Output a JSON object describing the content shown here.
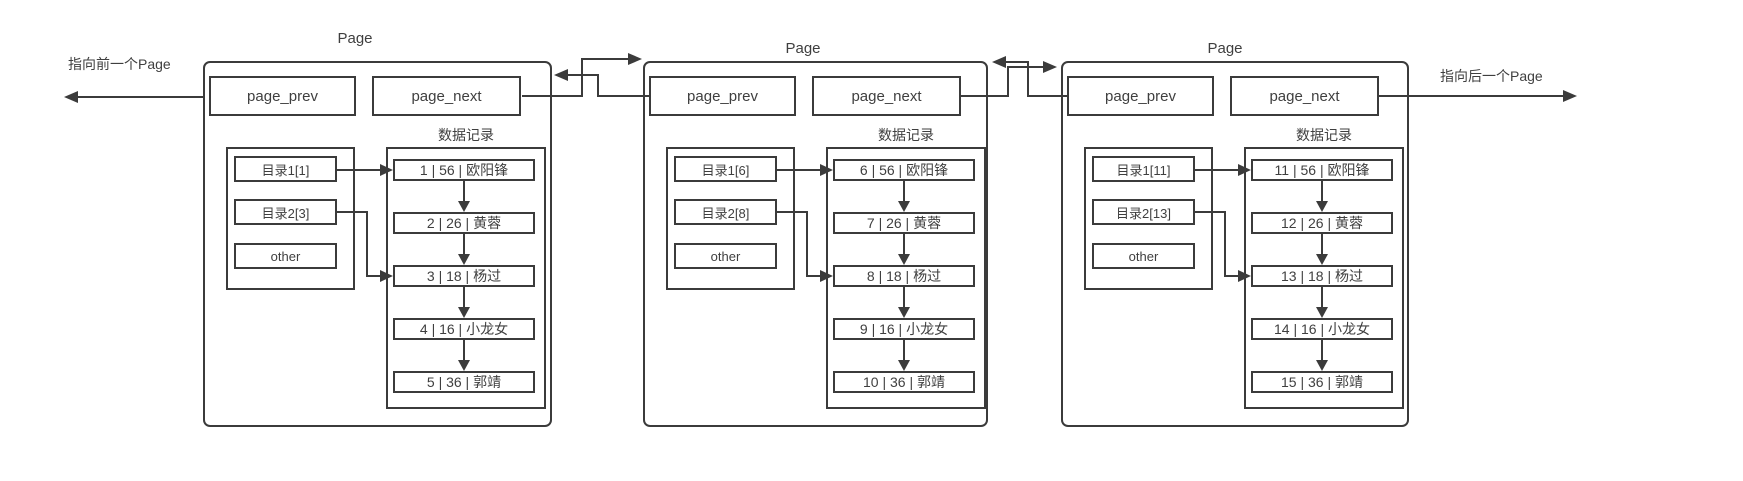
{
  "diagram": {
    "prev_pointer_label": "指向前一个Page",
    "next_pointer_label": "指向后一个Page",
    "colors": {
      "stroke": "#3b3b3b",
      "text": "#3f3f3f",
      "background": "#ffffff"
    },
    "pages": [
      {
        "title": "Page",
        "page_prev": "page_prev",
        "page_next": "page_next",
        "records_title": "数据记录",
        "directory_slots": [
          "目录1[1]",
          "目录2[3]",
          "other"
        ],
        "records": [
          "1 | 56 | 欧阳锋",
          "2 | 26 | 黄蓉",
          "3 | 18 | 杨过",
          "4 | 16 | 小龙女",
          "5 | 36 | 郭靖"
        ]
      },
      {
        "title": "Page",
        "page_prev": "page_prev",
        "page_next": "page_next",
        "records_title": "数据记录",
        "directory_slots": [
          "目录1[6]",
          "目录2[8]",
          "other"
        ],
        "records": [
          "6 | 56 | 欧阳锋",
          "7 | 26 | 黄蓉",
          "8 | 18 | 杨过",
          "9 | 16 | 小龙女",
          "10 | 36 | 郭靖"
        ]
      },
      {
        "title": "Page",
        "page_prev": "page_prev",
        "page_next": "page_next",
        "records_title": "数据记录",
        "directory_slots": [
          "目录1[11]",
          "目录2[13]",
          "other"
        ],
        "records": [
          "11 | 56 | 欧阳锋",
          "12 | 26 | 黄蓉",
          "13 | 18 | 杨过",
          "14 | 16 | 小龙女",
          "15 | 36 | 郭靖"
        ]
      }
    ]
  }
}
